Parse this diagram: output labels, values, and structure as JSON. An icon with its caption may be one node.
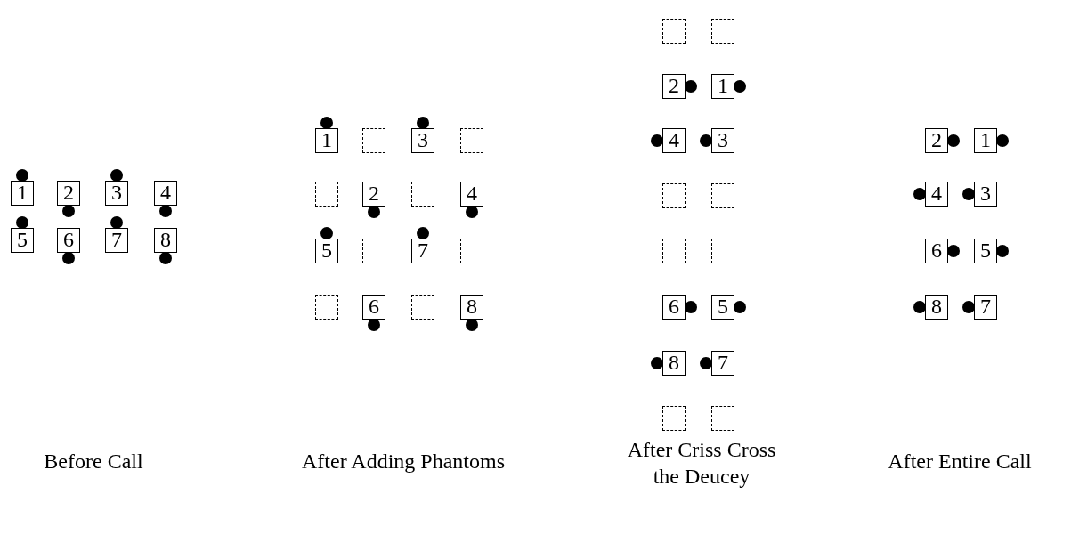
{
  "diagram": {
    "nodes": [
      {
        "text": [
          "1"
        ]
      },
      {
        "text": [
          "2"
        ]
      },
      {
        "text": [
          "3"
        ]
      },
      {
        "text": [
          "4"
        ]
      },
      {
        "text": [
          "5"
        ]
      },
      {
        "text": [
          "6"
        ]
      },
      {
        "text": [
          "7"
        ]
      },
      {
        "text": [
          "8"
        ]
      },
      {
        "text": [
          "1"
        ]
      },
      {
        "text": [],
        "shape": "box"
      },
      {
        "text": [
          "3"
        ]
      },
      {
        "text": [],
        "shape": "box"
      },
      {
        "text": [],
        "shape": "box"
      },
      {
        "text": [
          "2"
        ]
      },
      {
        "text": [],
        "shape": "box"
      },
      {
        "text": [
          "4"
        ]
      },
      {
        "text": [
          "5"
        ]
      },
      {
        "text": [],
        "shape": "box"
      },
      {
        "text": [
          "7"
        ]
      },
      {
        "text": [],
        "shape": "box"
      },
      {
        "text": [],
        "shape": "box"
      },
      {
        "text": [
          "6"
        ]
      },
      {
        "text": [],
        "shape": "box"
      },
      {
        "text": [
          "8"
        ]
      },
      {
        "text": [],
        "shape": "box"
      },
      {
        "text": [],
        "shape": "box"
      },
      {
        "text": [
          "2"
        ]
      },
      {
        "text": [
          "1"
        ]
      },
      {
        "text": [
          "4"
        ]
      },
      {
        "text": [
          "3"
        ]
      },
      {
        "text": [],
        "shape": "box"
      },
      {
        "text": [],
        "shape": "box"
      },
      {
        "text": [],
        "shape": "box"
      },
      {
        "text": [],
        "shape": "box"
      },
      {
        "text": [
          "6"
        ]
      },
      {
        "text": [
          "5"
        ]
      },
      {
        "text": [
          "8"
        ]
      },
      {
        "text": [
          "7"
        ]
      },
      {
        "text": [],
        "shape": "box"
      },
      {
        "text": [],
        "shape": "box"
      },
      {
        "text": [
          "2"
        ]
      },
      {
        "text": [
          "1"
        ]
      },
      {
        "text": [
          "4"
        ]
      },
      {
        "text": [
          "3"
        ]
      },
      {
        "text": [
          "6"
        ]
      },
      {
        "text": [
          "5"
        ]
      },
      {
        "text": [
          "8"
        ]
      },
      {
        "text": [
          "7"
        ]
      }
    ],
    "edges": [],
    "labels": [
      "Before Call",
      "After Adding Phantoms",
      "After Criss Cross the Deucey",
      "After Entire Call"
    ]
  }
}
